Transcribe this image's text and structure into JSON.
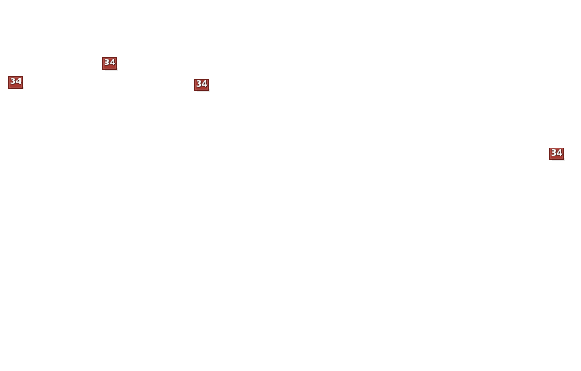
{
  "markers": [
    {
      "label": "34"
    },
    {
      "label": "34"
    },
    {
      "label": "34"
    },
    {
      "label": "34"
    }
  ],
  "colors": {
    "background": "#ffffff",
    "marker_fill": "#a83a32",
    "marker_border": "#6f1f19",
    "marker_text": "#ffffff"
  }
}
